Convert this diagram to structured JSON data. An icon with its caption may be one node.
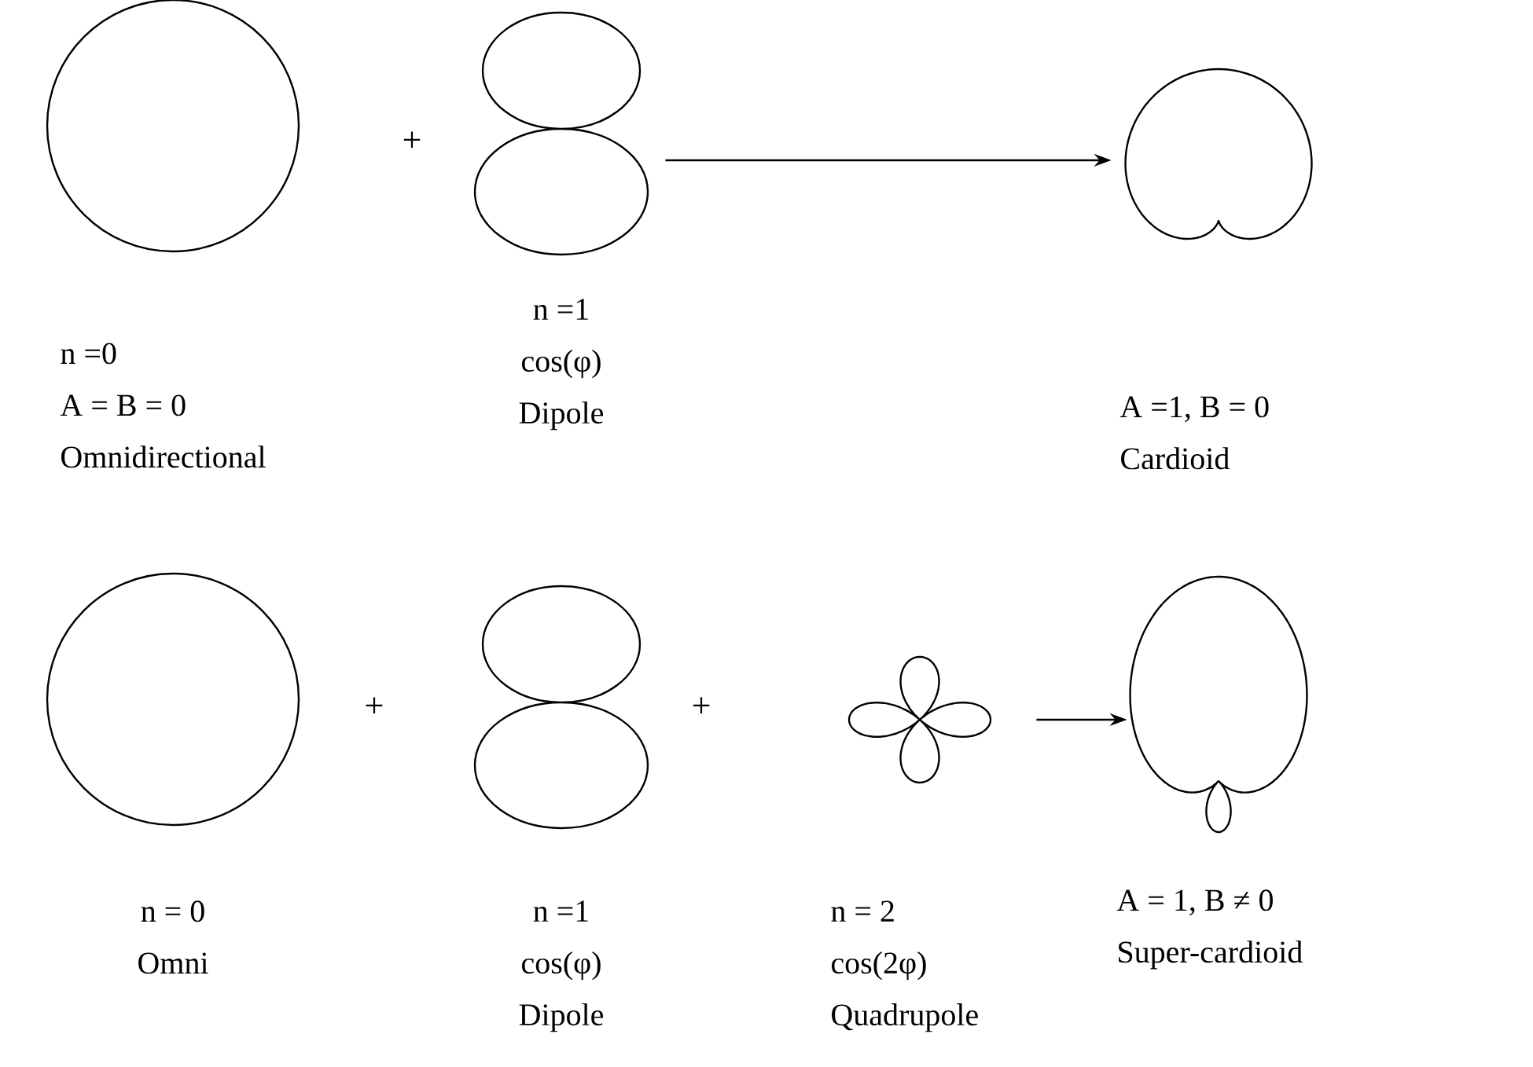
{
  "diagram": {
    "nodes": [
      {
        "text": [],
        "shape": "circle",
        "beside": [
          "n =0",
          "A = B = 0",
          "Omnidirectional"
        ]
      },
      {
        "text": [],
        "shape": "picture",
        "beside": [
          "n =1",
          "cos(φ)",
          "Dipole"
        ]
      },
      {
        "text": [],
        "shape": "cardioid",
        "beside": [
          "A =1, B = 0",
          "Cardioid"
        ]
      },
      {
        "text": [],
        "shape": "circle",
        "beside": [
          "n = 0",
          "Omni"
        ]
      },
      {
        "text": [],
        "shape": "picture",
        "beside": [
          "n =1",
          "cos(φ)",
          "Dipole"
        ]
      },
      {
        "text": [],
        "shape": "picture",
        "beside": [
          "n = 2",
          "cos(2φ)",
          "Quadrupole"
        ]
      },
      {
        "text": [],
        "shape": "picture",
        "beside": [
          "A = 1, B ≠ 0",
          "Super-cardioid"
        ]
      }
    ],
    "edges": [
      {
        "from": 1,
        "to": 2,
        "arrow": "to"
      },
      {
        "from": 5,
        "to": 6,
        "arrow": "to"
      }
    ],
    "labels": [
      "+",
      "+",
      "+"
    ]
  }
}
